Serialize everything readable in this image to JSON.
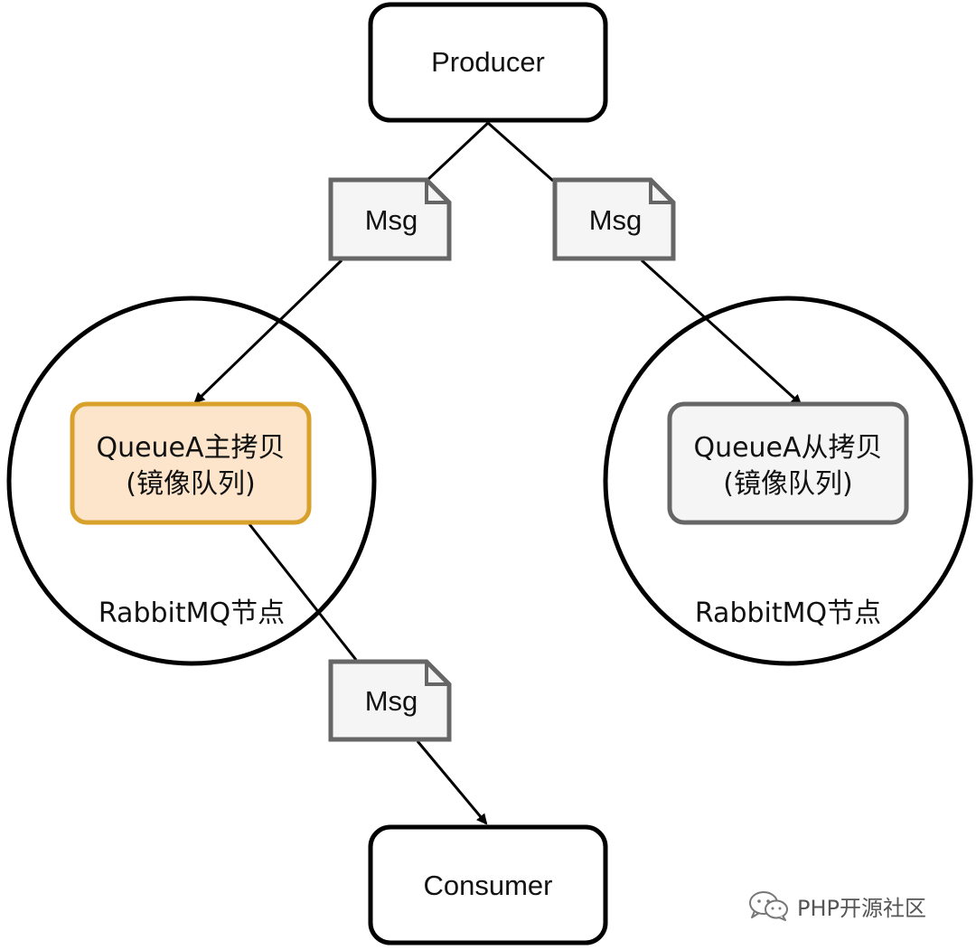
{
  "nodes": {
    "producer": {
      "label": "Producer"
    },
    "consumer": {
      "label": "Consumer"
    },
    "msg_left": {
      "label": "Msg"
    },
    "msg_right": {
      "label": "Msg"
    },
    "msg_bottom": {
      "label": "Msg"
    },
    "rabbit_left": {
      "label": "RabbitMQ节点"
    },
    "rabbit_right": {
      "label": "RabbitMQ节点"
    },
    "queue_master": {
      "line1": "QueueA主拷贝",
      "line2": "(镜像队列)"
    },
    "queue_slave": {
      "line1": "QueueA从拷贝",
      "line2": "(镜像队列)"
    }
  },
  "colors": {
    "master_fill": "#fde5cc",
    "master_stroke": "#d8a12b",
    "slave_fill": "#f5f5f5",
    "slave_stroke": "#666666",
    "msg_fill": "#f5f5f5",
    "msg_stroke": "#666666",
    "line": "#000000"
  },
  "watermark": {
    "icon": "wechat-icon",
    "text": "PHP开源社区"
  }
}
